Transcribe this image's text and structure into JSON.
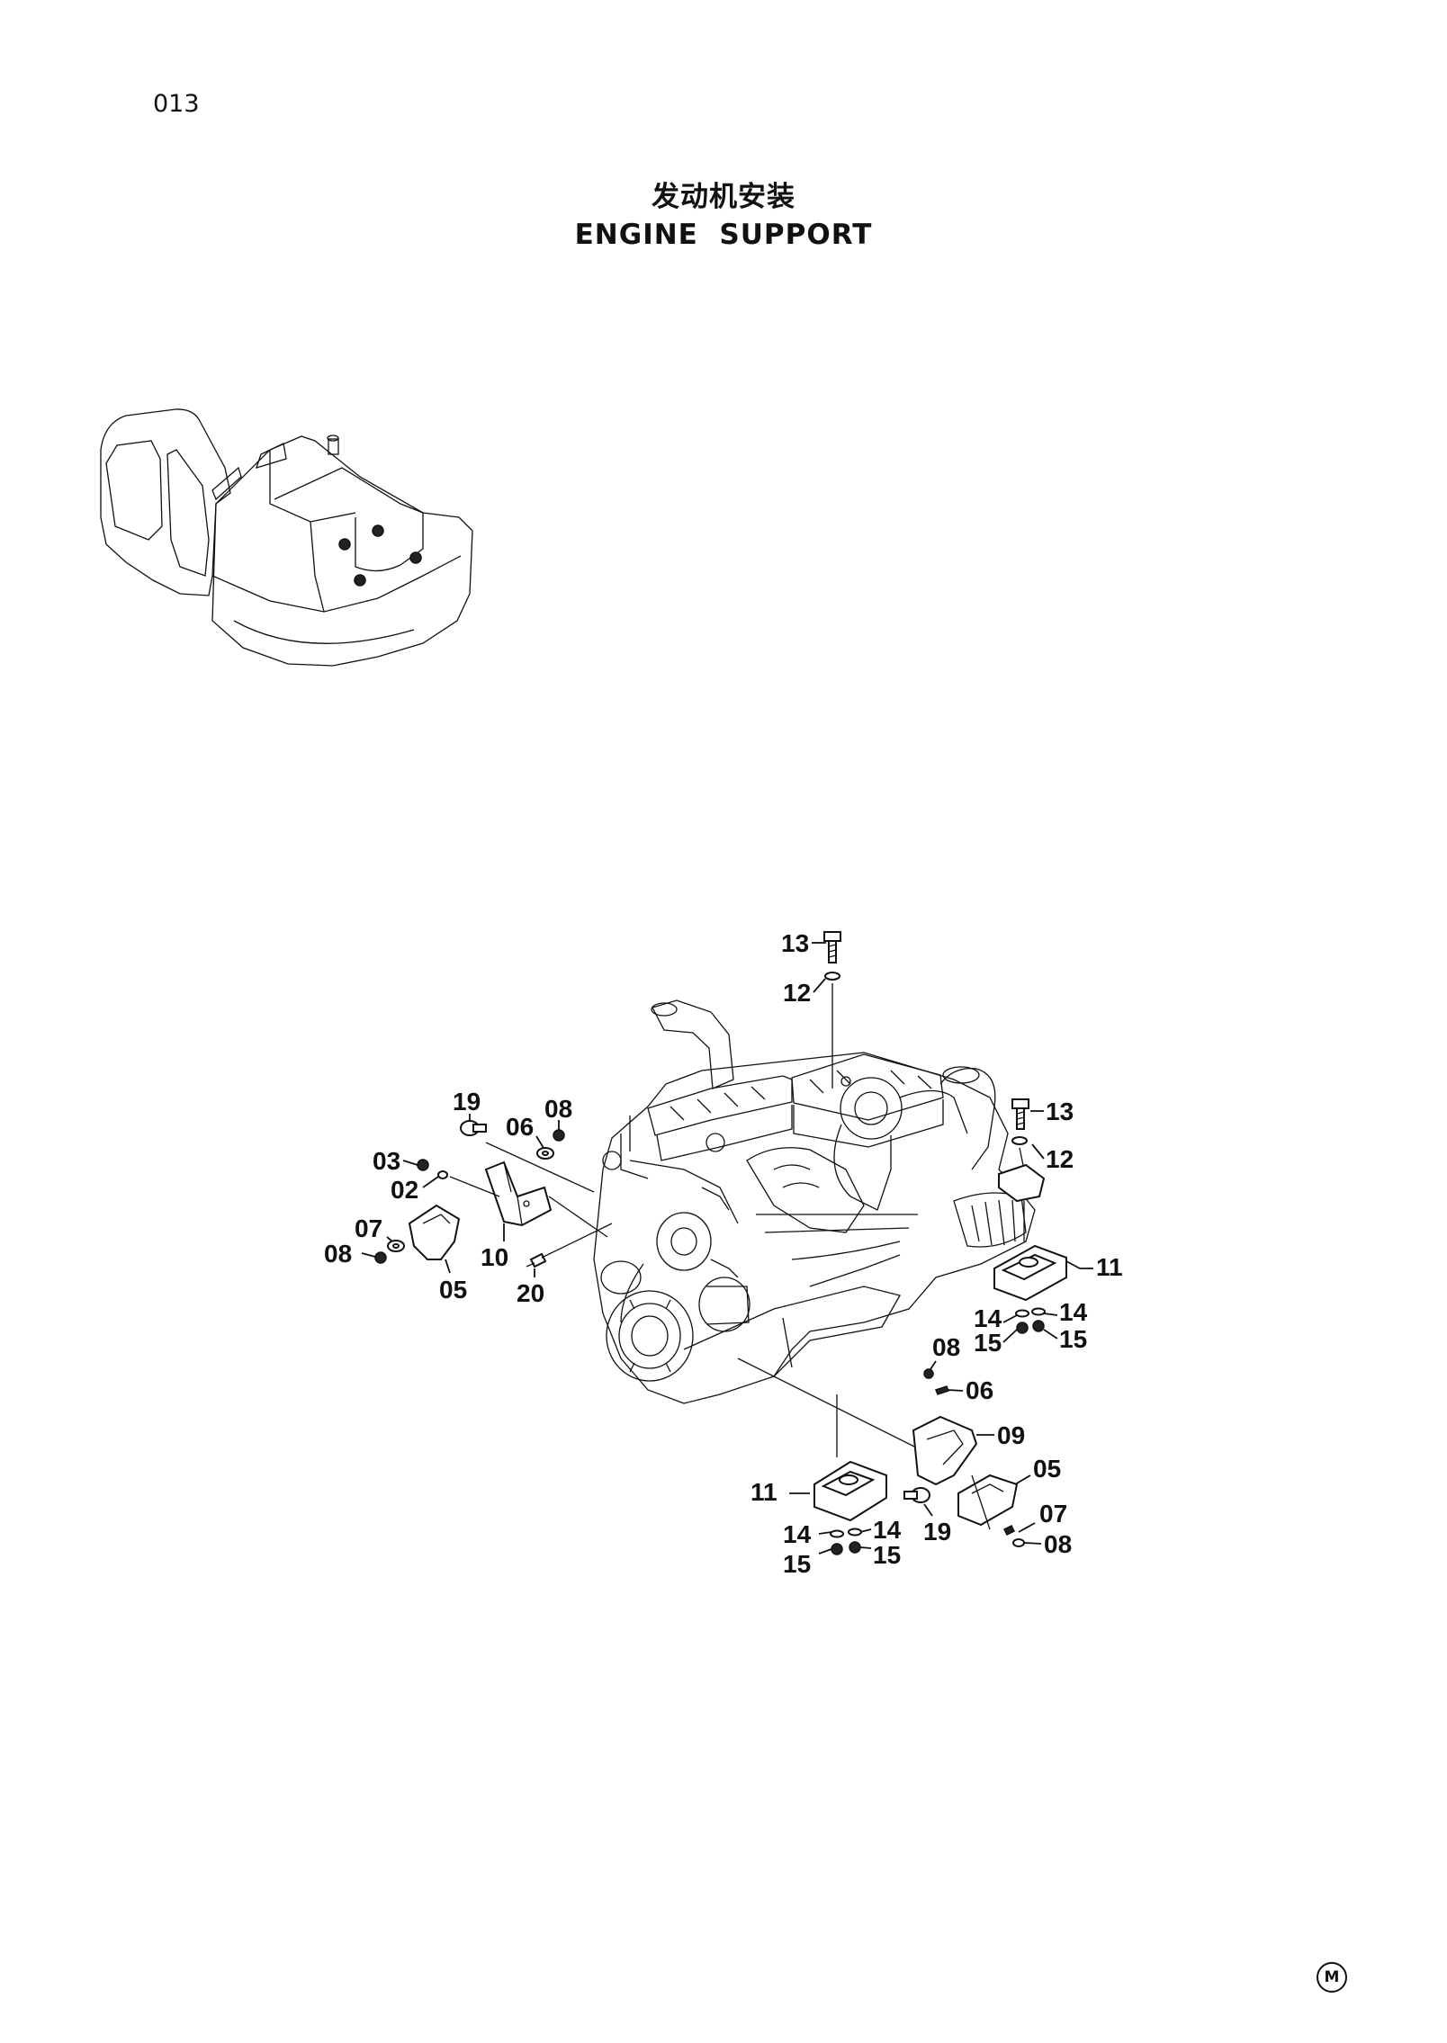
{
  "page": {
    "number": "013",
    "title_cn": "发动机安装",
    "title_en": "ENGINE  SUPPORT",
    "corner_mark": "M"
  },
  "callouts": {
    "c13a": "13",
    "c12a": "12",
    "c13b": "13",
    "c12b": "12",
    "c11a": "11",
    "c14a": "14",
    "c14b": "14",
    "c15a": "15",
    "c15b": "15",
    "c19a": "19",
    "c06a": "06",
    "c08a": "08",
    "c03": "03",
    "c02": "02",
    "c07a": "07",
    "c08b": "08",
    "c10": "10",
    "c05a": "05",
    "c20": "20",
    "c08c": "08",
    "c06b": "06",
    "c09": "09",
    "c05b": "05",
    "c11b": "11",
    "c19b": "19",
    "c07b": "07",
    "c08d": "08",
    "c14c": "14",
    "c14d": "14",
    "c15c": "15",
    "c15d": "15"
  }
}
